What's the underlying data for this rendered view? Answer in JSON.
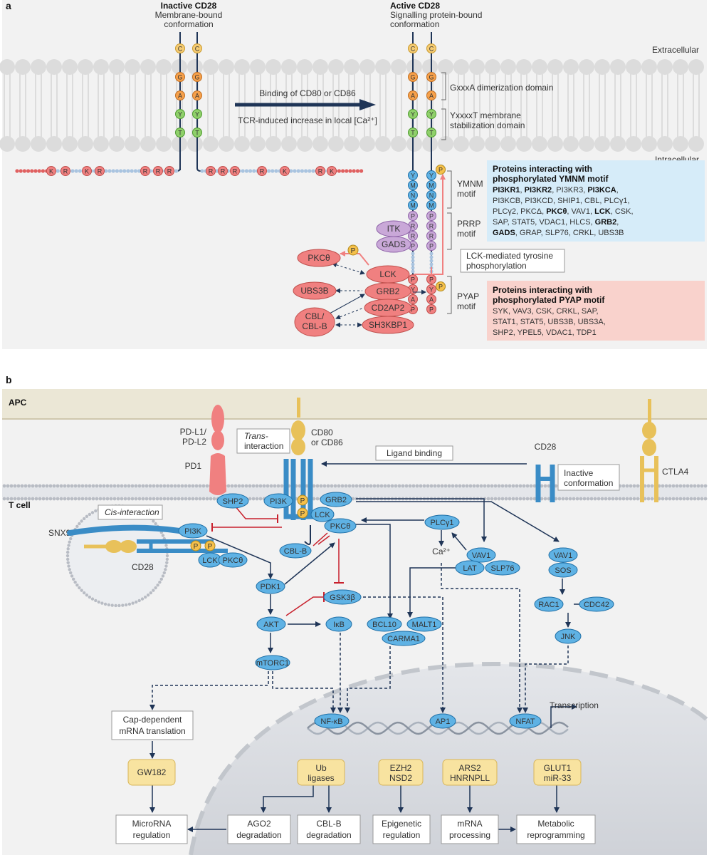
{
  "panel_a": {
    "label": "a",
    "inactive": {
      "title": "Inactive CD28",
      "sub1": "Membrane-bound",
      "sub2": "conformation"
    },
    "active": {
      "title": "Active CD28",
      "sub1": "Signalling protein-bound",
      "sub2": "conformation"
    },
    "extracellular": "Extracellular",
    "intracellular": "Intracellular",
    "arrow_top": "Binding of CD80 or CD86",
    "arrow_bottom": "TCR-induced increase in local [Ca²⁺]",
    "tm_residues": [
      "C",
      "G",
      "A",
      "Y",
      "T"
    ],
    "gxxxa": "GxxxA dimerization domain",
    "yxxxxt_1": "YxxxxT membrane",
    "yxxxxt_2": "stabilization domain",
    "ymnm_residues": [
      "Y",
      "M",
      "N",
      "M"
    ],
    "prrp_residues": [
      "P",
      "R",
      "R",
      "P"
    ],
    "pyap_residues": [
      "P",
      "Y",
      "A",
      "P"
    ],
    "phospho": "P",
    "basic_residues_left": [
      "K",
      "R",
      "K",
      "R",
      "R",
      "R",
      "R"
    ],
    "basic_residues_right": [
      "R",
      "R",
      "R",
      "R",
      "K",
      "R",
      "K"
    ],
    "ymnm_motif_1": "YMNM",
    "ymnm_motif_2": "motif",
    "prrp_motif_1": "PRRP",
    "prrp_motif_2": "motif",
    "pyap_motif_1": "PYAP",
    "pyap_motif_2": "motif",
    "lck_mediated_1": "LCK-mediated tyrosine",
    "lck_mediated_2": "phosphorylation",
    "proteins": {
      "itk": "ITK",
      "gads": "GADS",
      "pkct": "PKCθ",
      "lck": "LCK",
      "grb2": "GRB2",
      "ubs3b": "UBS3B",
      "cd2ap2": "CD2AP2",
      "cbl": "CBL/",
      "cblb": "CBL-B",
      "sh3kbp1": "SH3KBP1"
    },
    "ymnm_box": {
      "title1": "Proteins interacting with",
      "title2": "phosphorylated YMNM motif",
      "lines": [
        [
          "PI3KR1",
          ", ",
          "PI3KR2",
          ", PI3KR3, ",
          "PI3KCA",
          ","
        ],
        [
          "PI3KCB, PI3KCD, SHIP1, CBL, PLCγ1,"
        ],
        [
          "PLCγ2, PKCΔ, ",
          "PKCθ",
          ", VAV1, ",
          "LCK",
          ", CSK,"
        ],
        [
          "SAP, STAT5, VDAC1, HLCS, ",
          "GRB2",
          ","
        ],
        [
          "GADS",
          ", GRAP, SLP76, CRKL, UBS3B"
        ]
      ]
    },
    "pyap_box": {
      "title1": "Proteins interacting with",
      "title2": "phosphorylated PYAP motif",
      "lines": [
        "SYK, VAV3, CSK, CRKL, SAP,",
        "STAT1, STAT5, UBS3B, UBS3A,",
        "SHP2, YPEL5, VDAC1, TDP1"
      ]
    }
  },
  "panel_b": {
    "label": "b",
    "apc": "APC",
    "tcell": "T cell",
    "pdl_1": "PD-L1/",
    "pdl_2": "PD-L2",
    "pd1": "PD1",
    "cd80_1": "CD80",
    "cd80_2": "or CD86",
    "trans_1": "Trans-",
    "trans_2": "interaction",
    "ligand_binding": "Ligand binding",
    "cd28": "CD28",
    "inactive_conf_1": "Inactive",
    "inactive_conf_2": "conformation",
    "ctla4": "CTLA4",
    "cis": "Cis-interaction",
    "snx9": "SNX9",
    "cd28_left": "CD28",
    "transcription": "Transcription",
    "ca2": "Ca²⁺",
    "nodes": {
      "shp2": "SHP2",
      "pi3k": "PI3K",
      "grb2": "GRB2",
      "lck": "LCK",
      "pkct": "PKCθ",
      "plcg1": "PLCγ1",
      "cblb": "CBL-B",
      "pi3k_left": "PI3K",
      "lck_left": "LCK",
      "pkct_left": "PKCθ",
      "pdk1": "PDK1",
      "gsk3b": "GSK3β",
      "akt": "AKT",
      "ikb": "IκB",
      "mtorc1": "mTORC1",
      "vav1_mid": "VAV1",
      "lat": "LAT",
      "slp76": "SLP76",
      "vav1_right": "VAV1",
      "sos": "SOS",
      "rac1": "RAC1",
      "cdc42": "CDC42",
      "jnk": "JNK",
      "bcl10": "BCL10",
      "malt1": "MALT1",
      "carma1": "CARMA1",
      "nfkb": "NF-κB",
      "ap1": "AP1",
      "nfat": "NFAT"
    },
    "cap_1": "Cap-dependent",
    "cap_2": "mRNA translation",
    "yellow": {
      "gw182": "GW182",
      "ub_1": "Ub",
      "ub_2": "ligases",
      "ezh2": "EZH2",
      "nsd2": "NSD2",
      "ars2": "ARS2",
      "hnrnpll": "HNRNPLL",
      "glut1": "GLUT1",
      "mir33": "miR-33"
    },
    "outcomes": {
      "mirna_1": "MicroRNA",
      "mirna_2": "regulation",
      "ago2_1": "AGO2",
      "ago2_2": "degradation",
      "cblb_1": "CBL-B",
      "cblb_2": "degradation",
      "epi_1": "Epigenetic",
      "epi_2": "regulation",
      "mrna_1": "mRNA",
      "mrna_2": "processing",
      "meta_1": "Metabolic",
      "meta_2": "reprogramming"
    }
  },
  "colors": {
    "blue": "#5fb2e4",
    "blue_dark": "#1f6fa6",
    "red": "#f08080",
    "purple": "#c9a8d8",
    "navy": "#1f3557",
    "inhib": "#c8202c",
    "yellow": "#f8e3a0",
    "ymnm_box": "#d6ecf9",
    "pyap_box": "#f9d2cc"
  }
}
